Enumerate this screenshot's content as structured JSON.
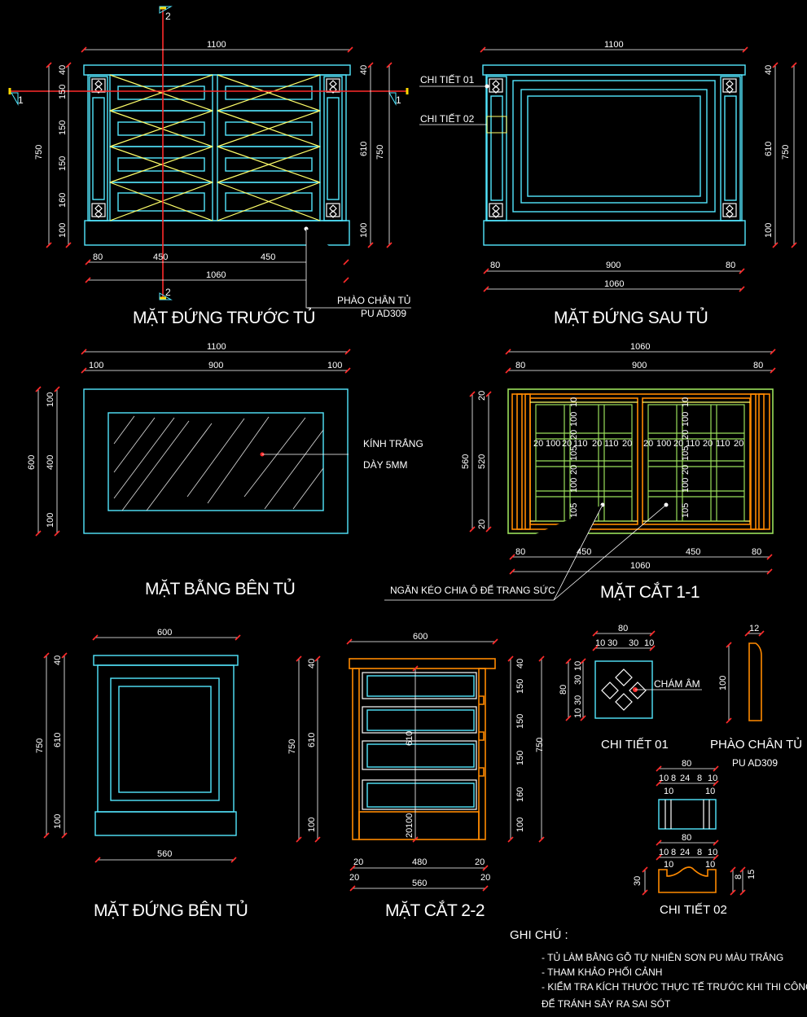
{
  "titles": {
    "front": "MẶT ĐỨNG TRƯỚC TỦ",
    "back": "MẶT ĐỨNG SAU TỦ",
    "plan": "MẶT BẰNG BÊN TỦ",
    "section11": "MẶT CẮT 1-1",
    "side": "MẶT ĐỨNG BÊN TỦ",
    "section22": "MẶT CẮT 2-2",
    "detail01": "CHI TIẾT 01",
    "molding": "PHÀO CHÂN TỦ",
    "molding_code": "PU AD309",
    "detail02": "CHI TIẾT 02"
  },
  "labels": {
    "phao_chan_tu": "PHÀO CHÂN TỦ",
    "phao_code": "PU AD309",
    "chi_tiet_01": "CHI TIẾT 01",
    "chi_tiet_02": "CHI TIẾT 02",
    "kinh_trang": "KÍNH TRẮNG",
    "day_5mm": "DÀY 5MM",
    "ngan_keo": "NGĂN KÉO CHIA Ô ĐỂ TRANG SỨC",
    "cham_am": "CHÁM ÂM",
    "section_1": "1",
    "section_2": "2"
  },
  "front_dims": {
    "top_width": "1100",
    "heights_left": [
      "40",
      "150",
      "150",
      "150",
      "160",
      "100"
    ],
    "total_height": "750",
    "inner_height": "610",
    "right_40": "40",
    "right_100": "100",
    "bottom_row": [
      "80",
      "450",
      "450",
      "80"
    ],
    "bottom_total": "1060"
  },
  "back_dims": {
    "top_width": "1100",
    "right": [
      "40",
      "610",
      "100"
    ],
    "total": "750",
    "bottom_row": [
      "80",
      "900",
      "80"
    ],
    "bottom_total": "1060"
  },
  "plan_dims": {
    "top_total": "1100",
    "top_row": [
      "100",
      "900",
      "100"
    ],
    "left_total": "600",
    "left_row": [
      "100",
      "400",
      "100"
    ]
  },
  "section11_dims": {
    "top_total": "1060",
    "top_row": [
      "80",
      "900",
      "80"
    ],
    "left_total": "560",
    "left_inner": "520",
    "left_small_top": "20",
    "left_small_bottom": "20",
    "bottom_row": [
      "80",
      "450",
      "450",
      "80"
    ],
    "bottom_total": "1060",
    "grid_row": [
      "20",
      "100",
      "20",
      "110",
      "20",
      "110",
      "20"
    ],
    "grid_col": [
      "10",
      "100",
      "20",
      "105",
      "20",
      "100",
      "105"
    ]
  },
  "side_dims": {
    "top": "600",
    "left_total": "750",
    "inner": "610",
    "top_small": "40",
    "bottom_small": "100",
    "bottom": "560"
  },
  "section22_dims": {
    "top": "600",
    "left_small_top": "40",
    "left_inner": "610",
    "left_total": "750",
    "left_bottom": "100",
    "right": [
      "40",
      "150",
      "150",
      "150",
      "160",
      "100"
    ],
    "right_total": "750",
    "bottom_row": [
      "20",
      "480",
      "20"
    ],
    "bottom_row2": [
      "20",
      "20"
    ],
    "bottom_total": "560",
    "center_610": "610",
    "center_100": "100",
    "center_20": "20"
  },
  "detail01_dims": {
    "top": "80",
    "top_row": [
      "10",
      "30",
      "30",
      "10"
    ],
    "left": "80",
    "left_row": [
      "10",
      "30",
      "30",
      "10"
    ]
  },
  "molding_dims": {
    "top": "12",
    "left": "100"
  },
  "detail02_dims": {
    "top": "80",
    "top_row": [
      "10",
      "8",
      "24",
      "8",
      "10"
    ],
    "top_row_b": [
      "10",
      "10"
    ],
    "mid": "80",
    "mid_row": [
      "10",
      "8",
      "24",
      "8",
      "10"
    ],
    "mid_row_b": [
      "10",
      "10"
    ],
    "left": "30",
    "right": [
      "15",
      "8"
    ]
  },
  "notes": {
    "heading": "GHI CHÚ :",
    "items": [
      "- TỦ LÀM BẰNG GỖ TỰ NHIÊN SƠN PU MÀU TRẮNG",
      "- THAM KHẢO PHỐI CẢNH",
      "- KIỂM TRA KÍCH THƯỚC THỰC TẾ TRƯỚC KHI THI CÔNG",
      "ĐỂ TRÁNH SẢY RA SAI SÓT"
    ]
  },
  "colors": {
    "background": "#000000",
    "outline": "#53e7ff",
    "dimension": "#ffffff",
    "inner_panel": "#9adf5b",
    "drawer_cross": "#ffff6a",
    "section_cut": "#ff8a00",
    "axis": "#ff2b2b",
    "axis_tick": "#ffd700"
  }
}
